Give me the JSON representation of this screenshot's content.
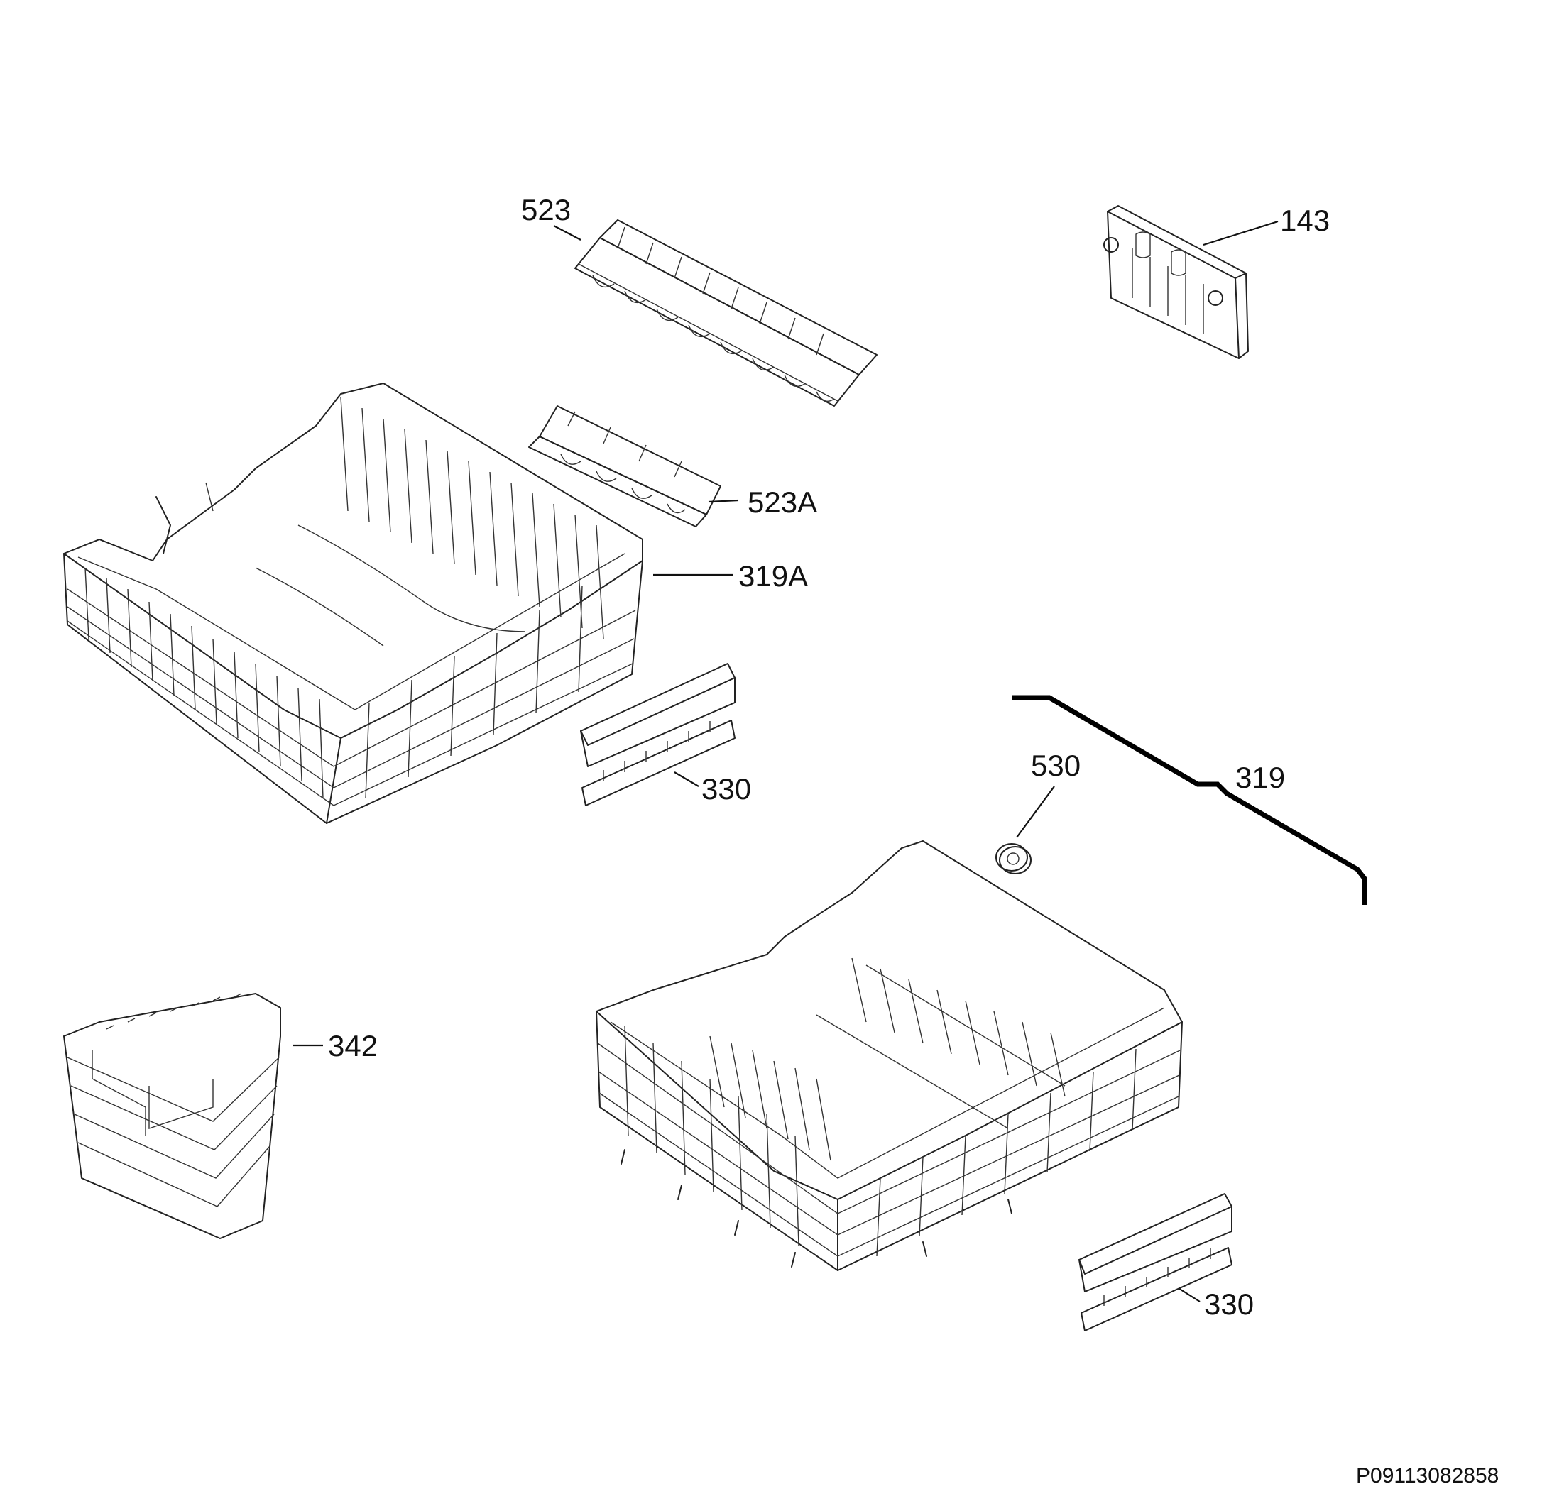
{
  "callouts": {
    "p523": "523",
    "p143": "143",
    "p523a": "523A",
    "p319a": "319A",
    "p330_upper": "330",
    "p530": "530",
    "p319": "319",
    "p342": "342",
    "p330_lower": "330"
  },
  "document_id": "P09113082858"
}
